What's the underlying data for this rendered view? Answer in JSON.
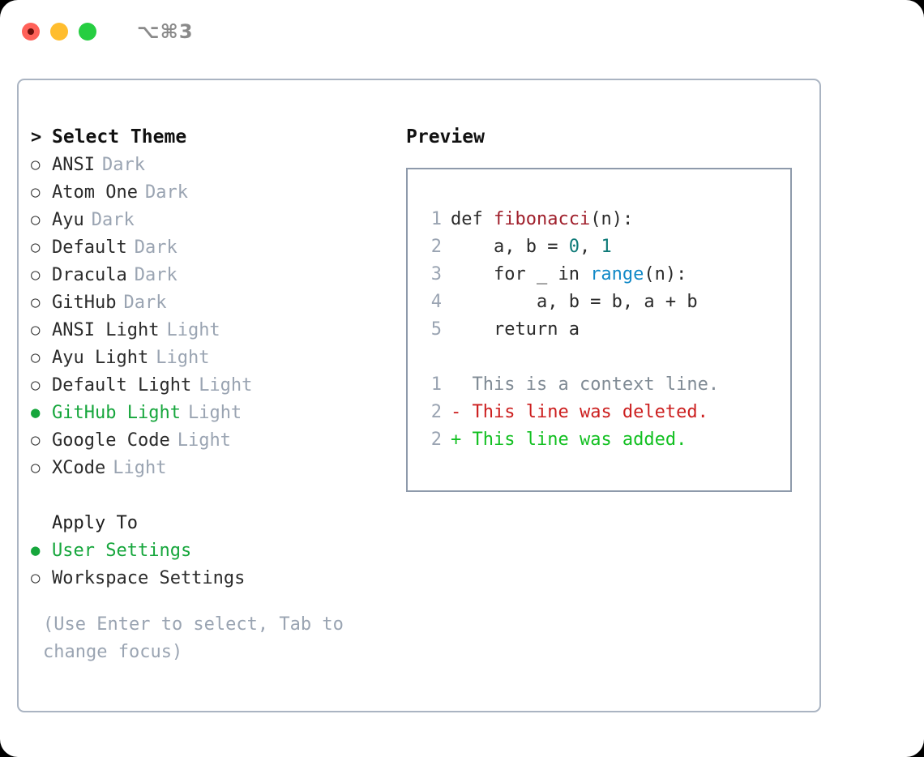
{
  "window": {
    "shortcut": "⌥⌘3",
    "traffic_lights": [
      {
        "name": "close",
        "color": "#ff6159"
      },
      {
        "name": "minimize",
        "color": "#ffbd2e"
      },
      {
        "name": "maximize",
        "color": "#26ce41"
      }
    ]
  },
  "theme_picker": {
    "header_caret": ">",
    "header": "Select Theme",
    "radio_off": "○",
    "radio_on": "●",
    "accent_color": "#16a63c",
    "muted_color": "#9aa4b2",
    "items": [
      {
        "label": "ANSI",
        "tag": "Dark",
        "selected": false
      },
      {
        "label": "Atom One",
        "tag": "Dark",
        "selected": false
      },
      {
        "label": "Ayu",
        "tag": "Dark",
        "selected": false
      },
      {
        "label": "Default",
        "tag": "Dark",
        "selected": false
      },
      {
        "label": "Dracula",
        "tag": "Dark",
        "selected": false
      },
      {
        "label": "GitHub",
        "tag": "Dark",
        "selected": false
      },
      {
        "label": "ANSI Light",
        "tag": "Light",
        "selected": false
      },
      {
        "label": "Ayu Light",
        "tag": "Light",
        "selected": false
      },
      {
        "label": "Default Light",
        "tag": "Light",
        "selected": false
      },
      {
        "label": "GitHub Light",
        "tag": "Light",
        "selected": true
      },
      {
        "label": "Google Code",
        "tag": "Light",
        "selected": false
      },
      {
        "label": "XCode",
        "tag": "Light",
        "selected": false
      }
    ]
  },
  "apply_to": {
    "header": "Apply To",
    "items": [
      {
        "label": "User Settings",
        "selected": true
      },
      {
        "label": "Workspace Settings",
        "selected": false
      }
    ]
  },
  "hint": "(Use Enter to select, Tab to change focus)",
  "preview": {
    "title": "Preview",
    "code_lines": [
      {
        "num": "1",
        "tokens": [
          {
            "text": "def ",
            "type": "plain"
          },
          {
            "text": "fibonacci",
            "type": "fn"
          },
          {
            "text": "(n):",
            "type": "plain"
          }
        ]
      },
      {
        "num": "2",
        "tokens": [
          {
            "text": "    a, b = ",
            "type": "plain"
          },
          {
            "text": "0",
            "type": "num"
          },
          {
            "text": ", ",
            "type": "plain"
          },
          {
            "text": "1",
            "type": "num"
          }
        ]
      },
      {
        "num": "3",
        "tokens": [
          {
            "text": "    for _ in ",
            "type": "plain"
          },
          {
            "text": "range",
            "type": "call"
          },
          {
            "text": "(n):",
            "type": "plain"
          }
        ]
      },
      {
        "num": "4",
        "tokens": [
          {
            "text": "        a, b = b, a + b",
            "type": "plain"
          }
        ]
      },
      {
        "num": "5",
        "tokens": [
          {
            "text": "    return a",
            "type": "plain"
          }
        ]
      }
    ],
    "diff_lines": [
      {
        "num": "1",
        "marker": "  ",
        "text": "This is a context line.",
        "kind": "context"
      },
      {
        "num": "2",
        "marker": "- ",
        "text": "This line was deleted.",
        "kind": "deleted"
      },
      {
        "num": "2",
        "marker": "+ ",
        "text": "This line was added.",
        "kind": "added"
      }
    ]
  }
}
